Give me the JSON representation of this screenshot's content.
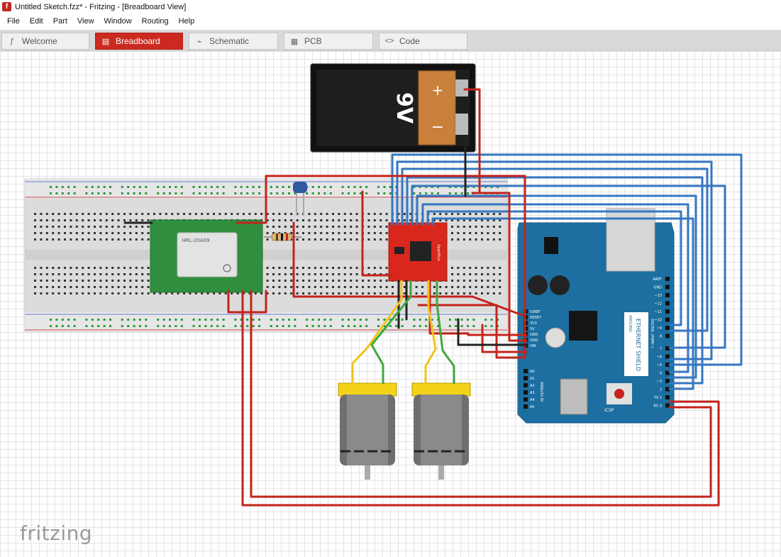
{
  "window": {
    "title": "Untitled Sketch.fzz* - Fritzing - [Breadboard View]",
    "app_icon_glyph": "f"
  },
  "menu": {
    "items": [
      "File",
      "Edit",
      "Part",
      "View",
      "Window",
      "Routing",
      "Help"
    ]
  },
  "tabs": [
    {
      "label": "Welcome",
      "icon": "welcome-icon",
      "glyph": "ƒ",
      "active": false
    },
    {
      "label": "Breadboard",
      "icon": "breadboard-icon",
      "glyph": "▤",
      "active": true
    },
    {
      "label": "Schematic",
      "icon": "schematic-icon",
      "glyph": "⌁",
      "active": false
    },
    {
      "label": "PCB",
      "icon": "pcb-icon",
      "glyph": "▦",
      "active": false
    },
    {
      "label": "Code",
      "icon": "code-icon",
      "glyph": "<>",
      "active": false
    }
  ],
  "parts": {
    "battery": {
      "label": "9V",
      "plus": "+",
      "minus": "−"
    },
    "bt_module": {
      "label": "HRL-20A09"
    },
    "motor_driver": {
      "label": "SparkFun"
    },
    "shield": {
      "name": "ETHERNET SHIELD",
      "brand": "ARDUINO",
      "power_pins": [
        "IOREF",
        "RESET",
        "3V3",
        "5V",
        "GND",
        "GND",
        "VIN"
      ],
      "analog_pins": [
        "A0",
        "A1",
        "A2",
        "A3",
        "A4",
        "A5"
      ],
      "analog_label": "ANALOG IN",
      "digital_pins": [
        "AREF",
        "GND",
        "~13",
        "~12",
        "~11",
        "~10",
        "~9",
        "8",
        "7",
        "~6",
        "~5",
        "4",
        "~3",
        "2",
        "TX 1",
        "RX 0"
      ],
      "digital_label": "DIGITAL (PWM~)",
      "icsp": "ICSP"
    }
  },
  "colors": {
    "accent": "#cc2a20",
    "wire_red": "#c4231b",
    "wire_blue": "#3577c2",
    "wire_black": "#222222",
    "wire_yellow": "#f0c419",
    "wire_green": "#41a73f",
    "shield": "#1c6fa0"
  },
  "watermark": "fritzing"
}
